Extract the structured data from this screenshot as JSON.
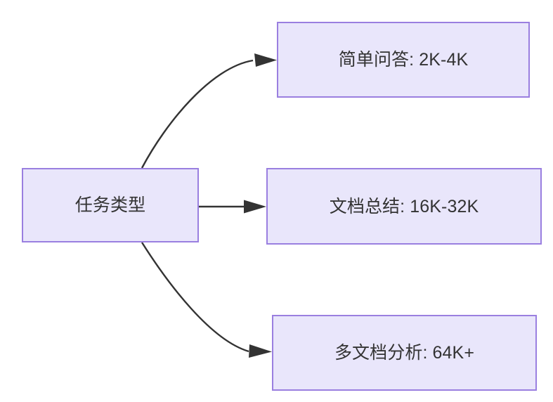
{
  "diagram": {
    "type": "flowchart",
    "direction": "left-to-right",
    "background_color": "#ffffff",
    "node_fill_color": "#e9e6fb",
    "node_border_color": "#9a7fe0",
    "node_text_color": "#333333",
    "edge_color": "#333333",
    "nodes": [
      {
        "id": "source",
        "label": "任务类型",
        "role": "root"
      },
      {
        "id": "simple-qa",
        "label": "简单问答: 2K-4K",
        "role": "leaf"
      },
      {
        "id": "doc-summary",
        "label": "文档总结: 16K-32K",
        "role": "leaf"
      },
      {
        "id": "multi-doc",
        "label": "多文档分析: 64K+",
        "role": "leaf"
      }
    ],
    "edges": [
      {
        "id": "edge-source-simple-qa",
        "from": "source",
        "to": "simple-qa",
        "style": "curved",
        "arrow": "end",
        "label": ""
      },
      {
        "id": "edge-source-doc-summary",
        "from": "source",
        "to": "doc-summary",
        "style": "straight",
        "arrow": "end",
        "label": ""
      },
      {
        "id": "edge-source-multi-doc",
        "from": "source",
        "to": "multi-doc",
        "style": "curved",
        "arrow": "end",
        "label": ""
      }
    ]
  }
}
